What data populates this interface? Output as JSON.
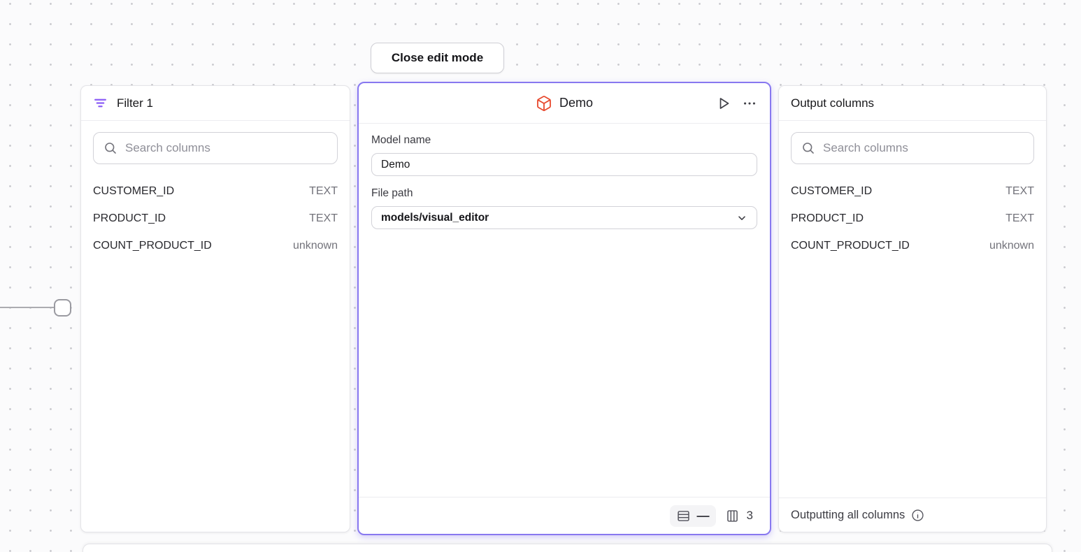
{
  "toolbar": {
    "close_edit_mode_label": "Close edit mode"
  },
  "filter_node": {
    "title": "Filter 1",
    "search_placeholder": "Search columns",
    "columns": [
      {
        "name": "CUSTOMER_ID",
        "type": "TEXT"
      },
      {
        "name": "PRODUCT_ID",
        "type": "TEXT"
      },
      {
        "name": "COUNT_PRODUCT_ID",
        "type": "unknown"
      }
    ]
  },
  "model_node": {
    "title": "Demo",
    "model_name_label": "Model name",
    "model_name_value": "Demo",
    "file_path_label": "File path",
    "file_path_value": "models/visual_editor",
    "row_count_display": "—",
    "column_count": "3"
  },
  "output_columns_panel": {
    "title": "Output columns",
    "search_placeholder": "Search columns",
    "columns": [
      {
        "name": "CUSTOMER_ID",
        "type": "TEXT"
      },
      {
        "name": "PRODUCT_ID",
        "type": "TEXT"
      },
      {
        "name": "COUNT_PRODUCT_ID",
        "type": "unknown"
      }
    ],
    "footer_text": "Outputting all columns"
  },
  "icons": {
    "filter_node_header": "filter-lines-icon",
    "search_fields": "search-icon",
    "model_node_header": "cube-icon",
    "model_run": "play-icon",
    "model_menu": "ellipsis-icon",
    "file_path_dropdown": "chevron-down-icon",
    "footer_rows": "table-rows-icon",
    "footer_columns": "table-columns-icon",
    "output_footer": "info-circle-icon"
  },
  "colors": {
    "accent_purple": "#8878F0",
    "filter_icon_purple": "#8B5CF6",
    "model_icon_orange": "#E8492E"
  }
}
